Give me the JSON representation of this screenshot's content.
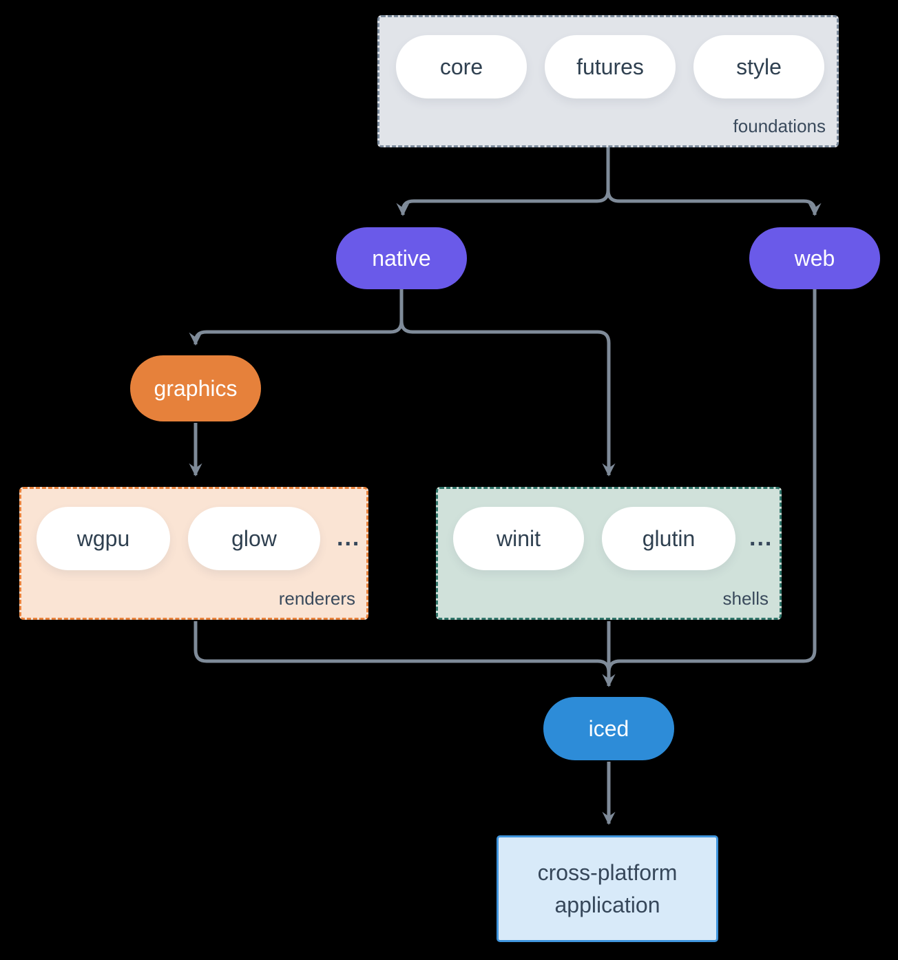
{
  "colors": {
    "background": "#000000",
    "wire": "#7F8B99",
    "slate_text": "#36475A",
    "purple": "#6A5AE9",
    "orange": "#E6813B",
    "blue": "#2D8CD8",
    "foundations_fill": "#E1E4E9",
    "foundations_border": "#7C8B9C",
    "renderers_fill": "#FAE4D4",
    "renderers_border": "#E8823C",
    "shells_fill": "#D0E1DA",
    "shells_border": "#30756A",
    "app_fill": "#D8EAF9",
    "app_border": "#3F94DC"
  },
  "foundations": {
    "label": "foundations",
    "pills": [
      "core",
      "futures",
      "style"
    ]
  },
  "native": {
    "label": "native"
  },
  "web": {
    "label": "web"
  },
  "graphics": {
    "label": "graphics"
  },
  "renderers": {
    "label": "renderers",
    "pills": [
      "wgpu",
      "glow"
    ],
    "ellipsis": "..."
  },
  "shells": {
    "label": "shells",
    "pills": [
      "winit",
      "glutin"
    ],
    "ellipsis": "..."
  },
  "iced": {
    "label": "iced"
  },
  "app": {
    "line1": "cross-platform",
    "line2": "application"
  },
  "edges": [
    {
      "from": "foundations",
      "to": "native"
    },
    {
      "from": "foundations",
      "to": "web"
    },
    {
      "from": "native",
      "to": "graphics"
    },
    {
      "from": "native",
      "to": "shells"
    },
    {
      "from": "graphics",
      "to": "renderers"
    },
    {
      "from": "renderers",
      "to": "iced"
    },
    {
      "from": "shells",
      "to": "iced"
    },
    {
      "from": "web",
      "to": "iced"
    },
    {
      "from": "iced",
      "to": "cross-platform application"
    }
  ]
}
